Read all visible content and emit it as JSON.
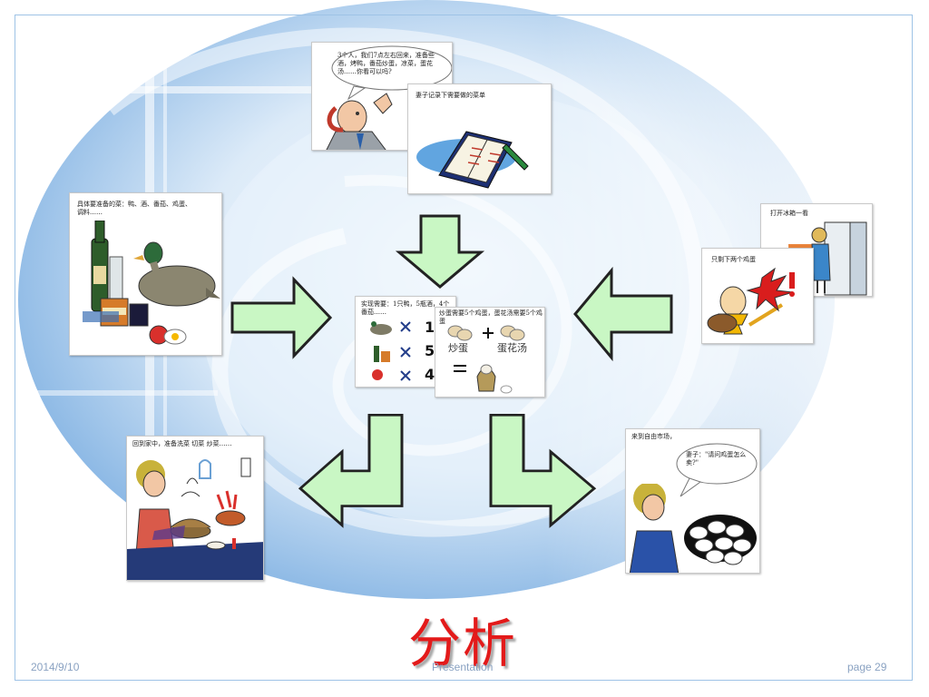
{
  "title": "分析",
  "footer": {
    "date": "2014/9/10",
    "center": "Presentation",
    "page": "page 29"
  },
  "panels": {
    "phone_bubble": "3个人，我们7点左右回来，准备些酒，烤鸭，番茄炒蛋，凉菜，蛋花汤……你看可以吗?",
    "wife_menu": "妻子记录下需要做的菜单",
    "ingredients": "具体要准备的菜：鸭、酒、番茄、鸡蛋、调料……",
    "fridge": "打开冰箱一看",
    "two_eggs": "只剩下两个鸡蛋",
    "center_left": "实现需要：1只鸭，5瓶酒，4个番茄……",
    "center_right": "炒蛋需要5个鸡蛋，蛋花汤需要5个鸡蛋",
    "dish1": "炒蛋",
    "dish2": "蛋花汤",
    "qty1": "1",
    "qty2": "5",
    "qty3": "4",
    "market": "来到自由市场，",
    "market_bubble": "妻子：\"请问鸡蛋怎么卖?\"",
    "home": "回到家中，准备洗菜 切菜 炒菜……"
  },
  "colors": {
    "arrow_fill": "#c9f7c4",
    "arrow_stroke": "#222222",
    "title": "#e31a1a",
    "footer": "#8aa2c2"
  }
}
